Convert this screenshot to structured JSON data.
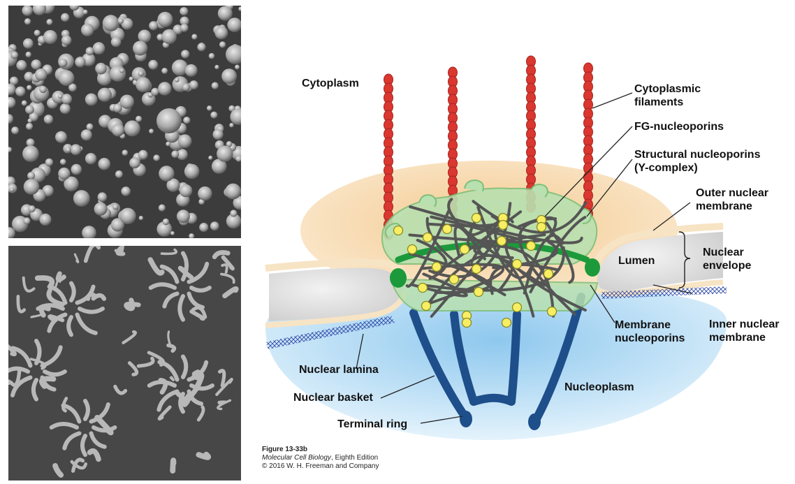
{
  "labels": {
    "cytoplasm": "Cytoplasm",
    "cytoplasmic_filaments": "Cytoplasmic\nfilaments",
    "fg_nucleoporins": "FG-nucleoporins",
    "structural_nucleoporins": "Structural nucleoporins\n(Y-complex)",
    "outer_nuclear_membrane": "Outer nuclear\nmembrane",
    "nuclear_envelope": "Nuclear\nenvelope",
    "lumen": "Lumen",
    "membrane_nucleoporins": "Membrane\nnucleoporins",
    "inner_nuclear_membrane": "Inner nuclear\nmembrane",
    "nuclear_lamina": "Nuclear lamina",
    "nuclear_basket": "Nuclear basket",
    "terminal_ring": "Terminal ring",
    "nucleoplasm": "Nucleoplasm"
  },
  "caption": {
    "figure": "Figure 13-33b",
    "book_title": "Molecular Cell Biology",
    "edition": ", Eighth Edition",
    "copyright": "© 2016 W. H. Freeman and Company"
  },
  "colors": {
    "cytoplasm_bg": "#f6d7aa",
    "nucleoplasm_bg": "#bcdff5",
    "filament_red": "#d9372f",
    "basket_blue": "#1f4f8a",
    "structural_green": "#a9d7a2",
    "membrane_green": "#1c9a3b",
    "fg_yellow": "#f7ee63"
  }
}
